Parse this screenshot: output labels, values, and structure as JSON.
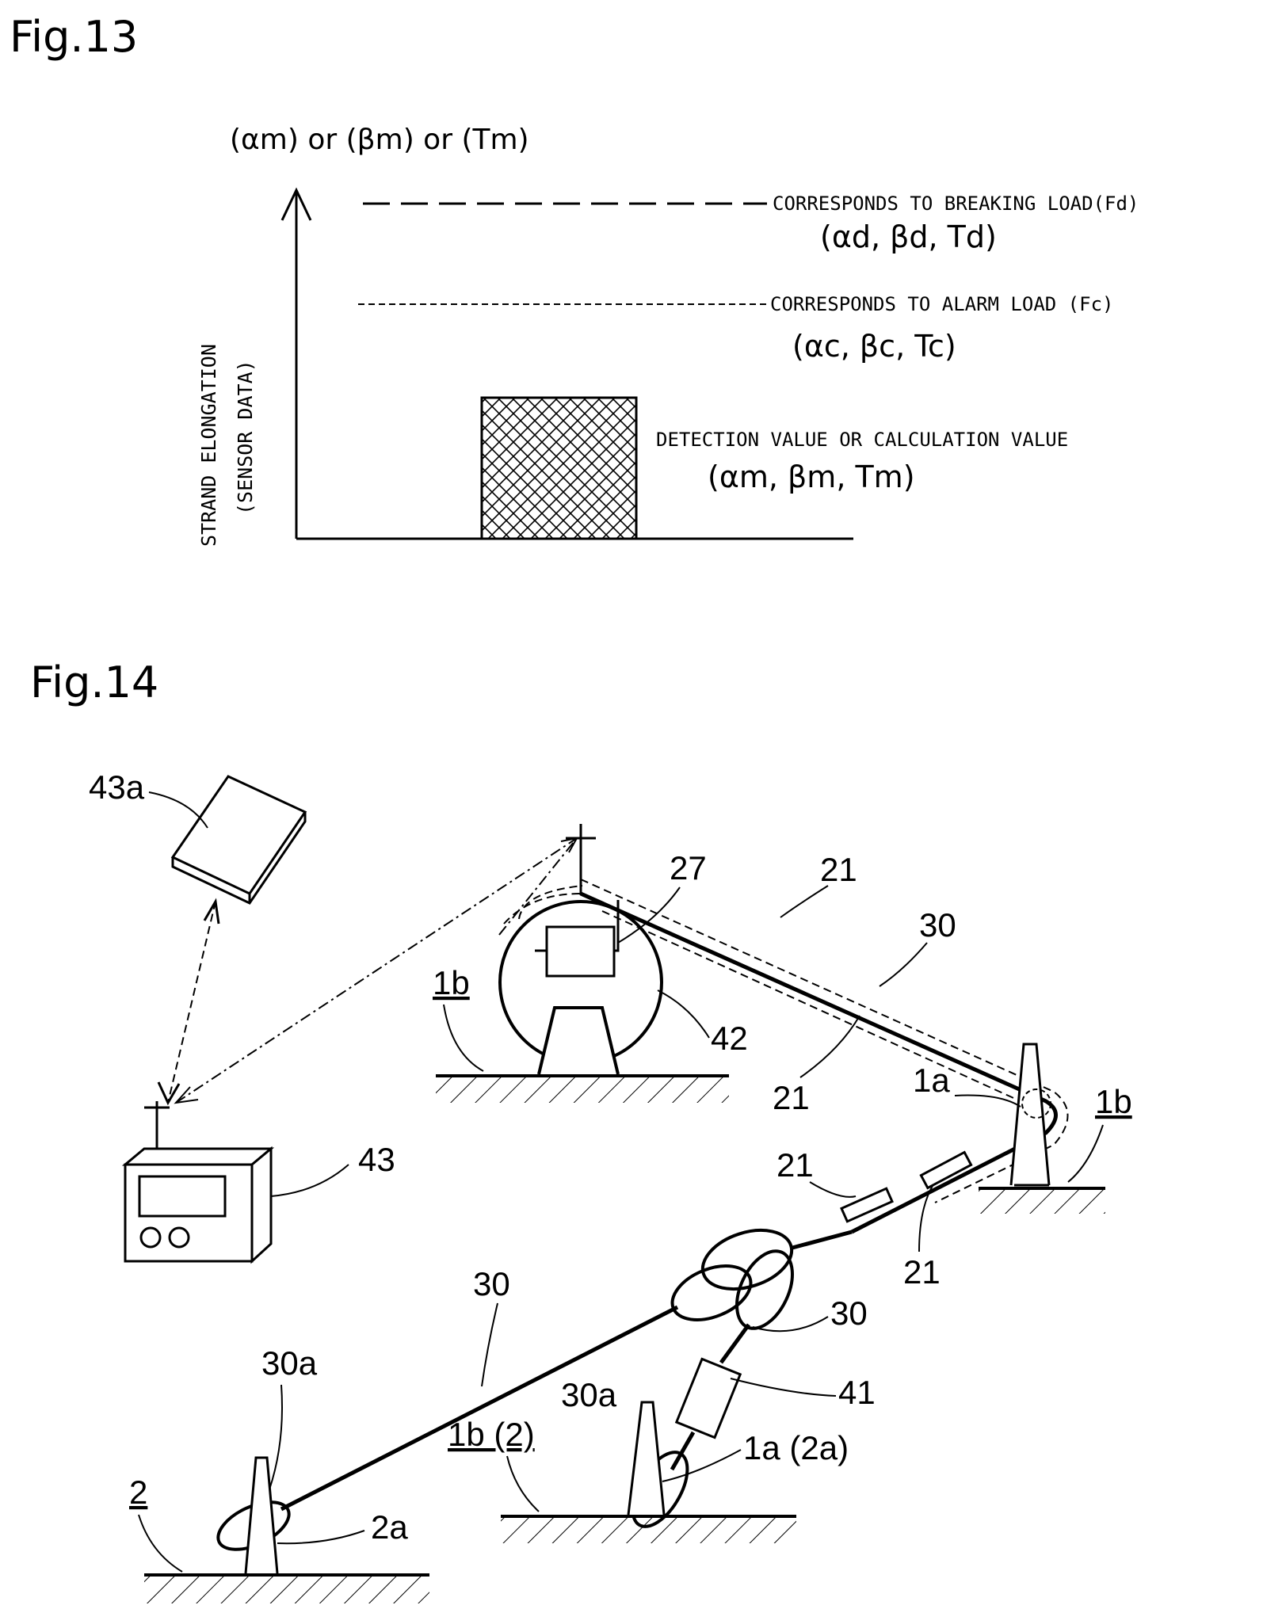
{
  "fig13": {
    "title": "Fig.13",
    "y_axis_title": "(αm) or (βm) or (Tm)",
    "y_axis_label": "STRAND ELONGATION",
    "y_axis_sublabel": "(SENSOR DATA)",
    "breaking": {
      "text": "CORRESPONDS TO BREAKING LOAD(Fd)",
      "values": "(αd, βd, Td)"
    },
    "alarm": {
      "text": "CORRESPONDS TO ALARM LOAD (Fc)",
      "values": "(αc, βc, Tc)"
    },
    "detection": {
      "text": "DETECTION VALUE OR CALCULATION VALUE",
      "values": "(αm, βm, Tm)"
    }
  },
  "fig14": {
    "title": "Fig.14",
    "labels": {
      "l43a": "43a",
      "l43": "43",
      "l27": "27",
      "l21_top": "21",
      "l30_top": "30",
      "l1b_left": "1b",
      "l42": "42",
      "l21_mid": "21",
      "l1a": "1a",
      "l1b_right": "1b",
      "l21_sleeve1": "21",
      "l21_sleeve2": "21",
      "l30_mid": "30",
      "l30_right": "30",
      "l41": "41",
      "l30a_left": "30a",
      "l30a_right": "30a",
      "l1b2": "1b (2)",
      "l1a2a": "1a (2a)",
      "l2": "2",
      "l2a": "2a"
    }
  }
}
